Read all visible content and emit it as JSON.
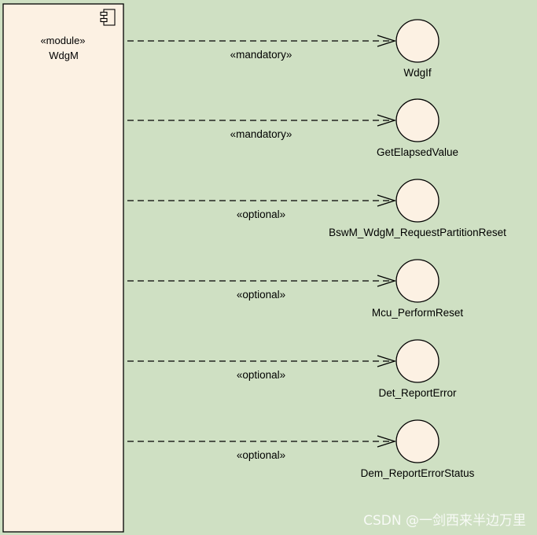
{
  "module": {
    "stereotype": "«module»",
    "name": "WdgM",
    "icon": "component-icon"
  },
  "dependencies": [
    {
      "stereotype": "«mandatory»",
      "target": "WdgIf"
    },
    {
      "stereotype": "«mandatory»",
      "target": "GetElapsedValue"
    },
    {
      "stereotype": "«optional»",
      "target": "BswM_WdgM_RequestPartitionReset"
    },
    {
      "stereotype": "«optional»",
      "target": "Mcu_PerformReset"
    },
    {
      "stereotype": "«optional»",
      "target": "Det_ReportError"
    },
    {
      "stereotype": "«optional»",
      "target": "Dem_ReportErrorStatus"
    }
  ],
  "watermark": "CSDN @一剑西来半边万里",
  "colors": {
    "background": "#cfe0c3",
    "element_fill": "#fcf1e3",
    "line": "#000000"
  }
}
